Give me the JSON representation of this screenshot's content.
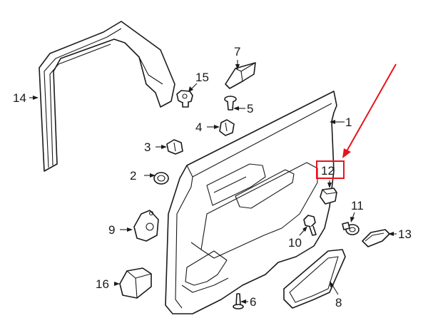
{
  "diagram": {
    "callouts": [
      {
        "id": "1",
        "label": "1"
      },
      {
        "id": "2",
        "label": "2"
      },
      {
        "id": "3",
        "label": "3"
      },
      {
        "id": "4",
        "label": "4"
      },
      {
        "id": "5",
        "label": "5"
      },
      {
        "id": "6",
        "label": "6"
      },
      {
        "id": "7",
        "label": "7"
      },
      {
        "id": "8",
        "label": "8"
      },
      {
        "id": "9",
        "label": "9"
      },
      {
        "id": "10",
        "label": "10"
      },
      {
        "id": "11",
        "label": "11"
      },
      {
        "id": "12",
        "label": "12"
      },
      {
        "id": "13",
        "label": "13"
      },
      {
        "id": "14",
        "label": "14"
      },
      {
        "id": "15",
        "label": "15"
      },
      {
        "id": "16",
        "label": "16"
      }
    ],
    "highlight": {
      "callout": "12",
      "color": "#e8141b"
    },
    "line_color": "#1a1a1a",
    "background": "#ffffff"
  }
}
